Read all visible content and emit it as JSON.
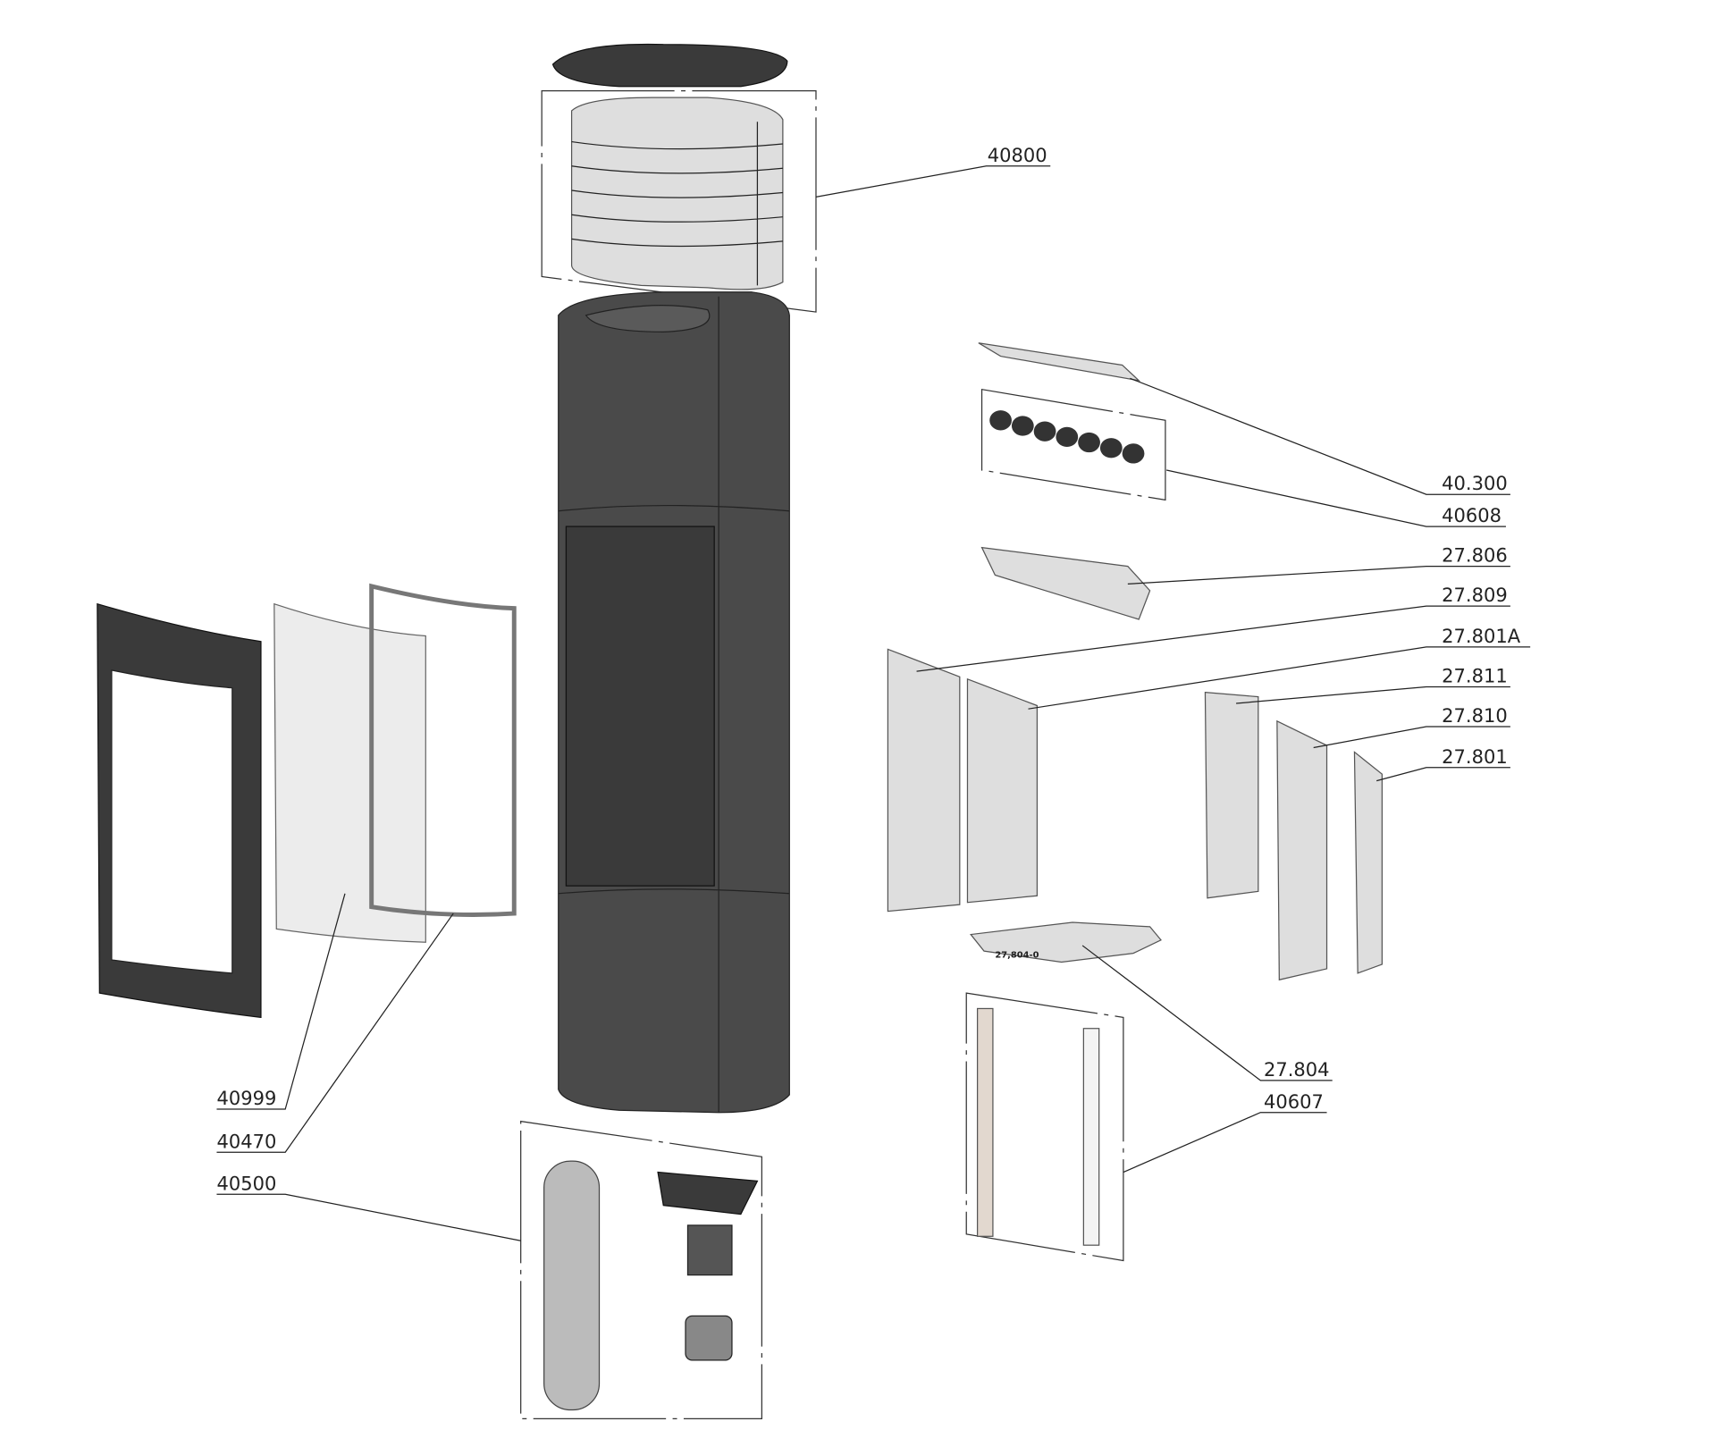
{
  "diagram": {
    "title": "Stove exploded view",
    "part_labels": {
      "top_panel": "40800",
      "baffle_top": "40.300",
      "burner_tubes": "40608",
      "baffle_grid": "27.806",
      "side_brick_left": "27.809",
      "side_brick_right": "27.801A",
      "back_brick": "27.811",
      "rear_brick": "27.810",
      "narrow_brick": "27.801",
      "base_brick": "27.804",
      "base_brick_stamp": "27,804-0",
      "rails": "40607",
      "glass": "40999",
      "door_seal": "40470",
      "flue_kit": "40500"
    },
    "colors": {
      "body": "#4a4a4a",
      "stone": "#dedede",
      "line": "#222222"
    }
  }
}
